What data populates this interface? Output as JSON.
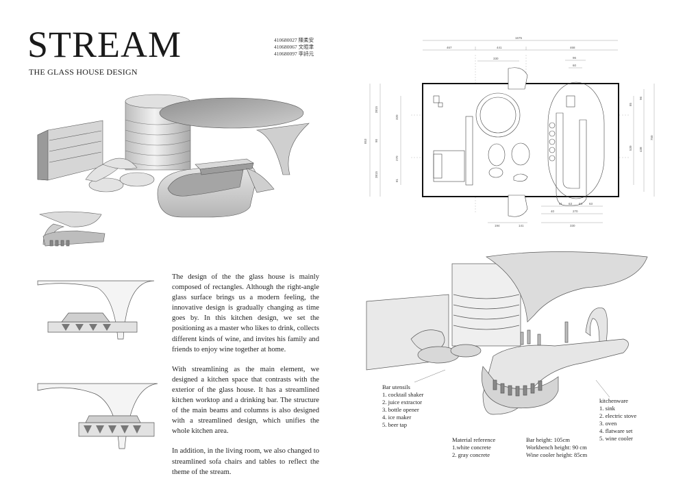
{
  "header": {
    "title": "STREAM",
    "subtitle": "THE GLASS HOUSE DESIGN",
    "student_ids": [
      "410680027 陳柔安",
      "410680067 文暄聿",
      "410680097 李詩元"
    ]
  },
  "body": {
    "paragraphs": [
      "The design of the the glass house is mainly composed of rectangles. Although the right-angle glass surface brings us a modern feeling, the innovative design is gradually changing as time goes by. In this kitchen design, we set the positioning as a master who likes to drink, collects different kinds of wine, and invites his family and friends to enjoy wine together at home.",
      "With streamlining as the main element, we designed a kitchen space that contrasts with the exterior of the glass house.  It has a streamlined kitchen worktop and a drinking bar. The structure of the main beams and columns is also designed with a streamlined design, which unifies the whole kitchen area.",
      "In addition, in the living room, we also changed to streamlined sofa chairs and tables to reflect the theme of the stream."
    ]
  },
  "plan": {
    "top_dims": [
      "1675",
      "467",
      "441",
      "468",
      "330",
      "96",
      "60"
    ],
    "left_dims": [
      "853",
      "3815",
      "90",
      "3815",
      "320",
      "270",
      "81"
    ],
    "right_dims": [
      "96",
      "85",
      "539",
      "438",
      "750"
    ],
    "bottom_dims": [
      "51",
      "63",
      "63",
      "63",
      "40",
      "270",
      "194",
      "141",
      "330"
    ]
  },
  "annotations": {
    "bar_utensils": {
      "title": "Bar utensils",
      "items": [
        "1. cocktail shaker",
        "2. juice extractor",
        "3. bottle opener",
        "4. ice maker",
        "5. beer tap"
      ]
    },
    "kitchenware": {
      "title": "kitchenware",
      "items": [
        "1. sink",
        "2. electric stove",
        "3. oven",
        "4. flatware set",
        "5. wine cooler"
      ]
    },
    "material": {
      "title": "Material reference",
      "items": [
        "1.white concrete",
        "2. gray concrete"
      ]
    },
    "heights": {
      "items": [
        "Bar height: 105cm",
        "Workbench height: 90 cm",
        "Wine cooler height: 85cm"
      ]
    }
  }
}
